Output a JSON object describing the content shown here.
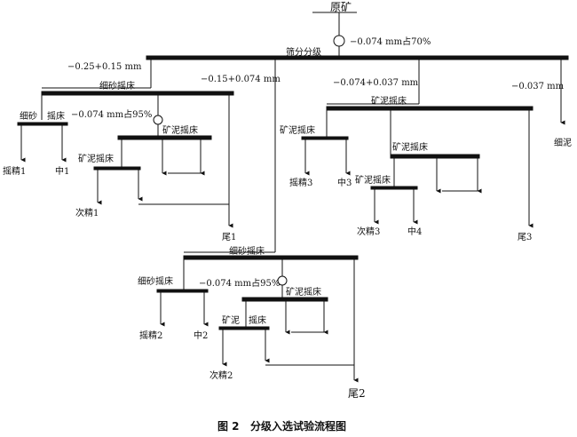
{
  "figure": {
    "caption": "图 2   分级入选试验流程图"
  },
  "feed": "原矿",
  "classifier": {
    "label": "筛分分级",
    "grind": "−0.074 mm占70%"
  },
  "fractions": {
    "coarse": "−0.25+0.15 mm",
    "medium": "−0.15+0.074 mm",
    "fine": "−0.074+0.037 mm",
    "slime": "−0.037 mm"
  },
  "products": {
    "fine_slime": "细泥"
  },
  "circuit1": {
    "table": "细砂摇床",
    "grind": "−0.074 mm占95%",
    "sand_left": "细砂",
    "sand_right": "摇床",
    "slime_table": "矿泥摇床",
    "slime_table2": "矿泥摇床",
    "conc": "摇精1",
    "mid": "中1",
    "sec_conc": "次精1",
    "tail": "尾1"
  },
  "circuit3": {
    "table": "矿泥摇床",
    "table2": "矿泥摇床",
    "table3": "矿泥摇床",
    "table4": "矿泥摇床",
    "conc": "摇精3",
    "mid3": "中3",
    "sec_conc": "次精3",
    "mid4": "中4",
    "tail": "尾3"
  },
  "circuit2": {
    "table": "细砂摇床",
    "table2": "细砂摇床",
    "grind": "−0.074 mm占95%",
    "slime_table": "矿泥摇床",
    "slime_left": "矿泥",
    "slime_right": "摇床",
    "conc": "摇精2",
    "mid": "中2",
    "sec_conc": "次精2",
    "tail": "尾2"
  }
}
